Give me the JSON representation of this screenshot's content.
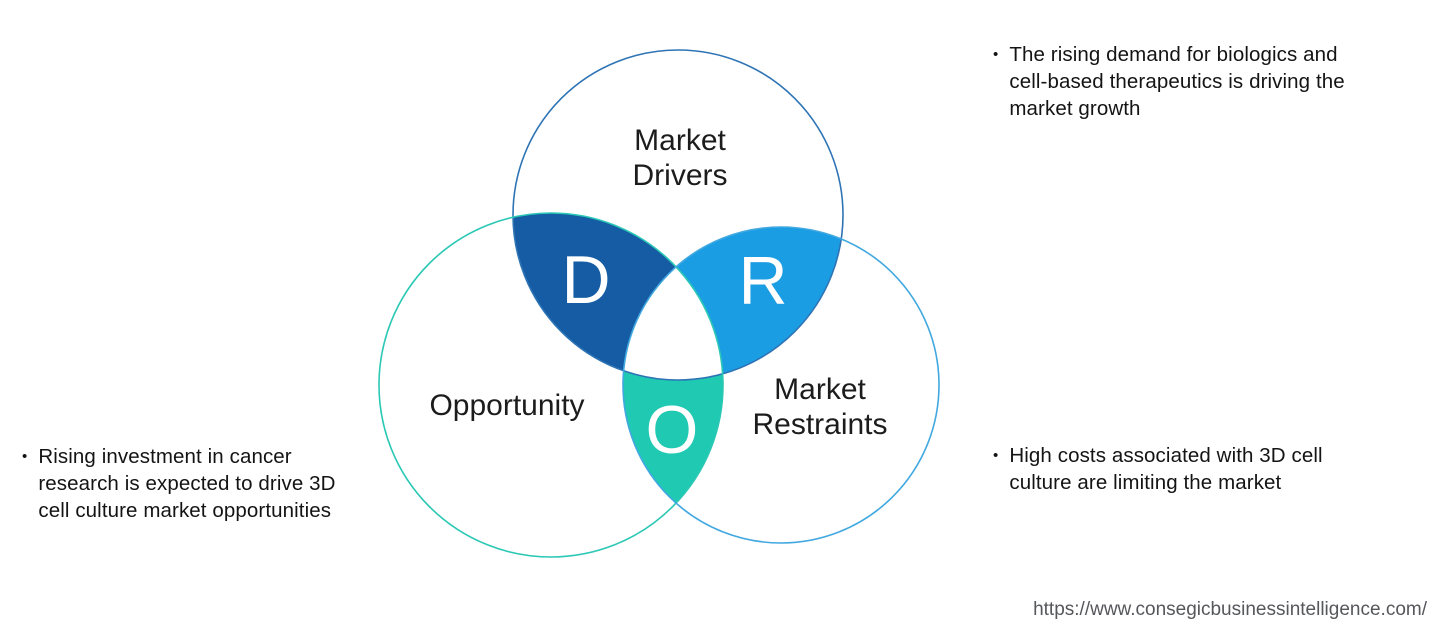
{
  "venn": {
    "top_label_line1": "Market",
    "top_label_line2": "Drivers",
    "left_label": "Opportunity",
    "right_label_line1": "Market",
    "right_label_line2": "Restraints",
    "letter_d": "D",
    "letter_r": "R",
    "letter_o": "O",
    "colors": {
      "drivers_lens": "#155CA4",
      "restraints_lens": "#1B9DE4",
      "opportunity_lens": "#1FC9B2",
      "center_overlap": "#FFFFFF",
      "top_circle_stroke": "#2E74B5",
      "left_circle_stroke": "#2BC8B5",
      "right_circle_stroke": "#41A8E0"
    }
  },
  "bullets": {
    "drivers": {
      "marker": "•",
      "text": "The rising demand for biologics and\ncell-based therapeutics is driving the\nmarket growth"
    },
    "restraints": {
      "marker": "•",
      "text": "High costs associated with 3D cell\nculture are limiting the market"
    },
    "opportunity": {
      "marker": "•",
      "text": "Rising investment in cancer\nresearch is expected to drive 3D\ncell culture market opportunities"
    }
  },
  "footer": {
    "source_url": "https://www.consegicbusinessintelligence.com/"
  }
}
